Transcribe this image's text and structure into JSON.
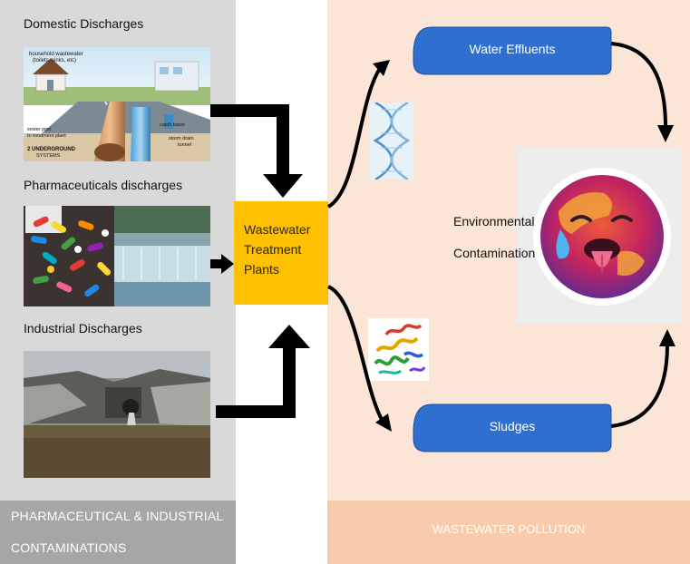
{
  "left_panel": {
    "domestic": {
      "title": "Domestic Discharges",
      "labels": {
        "household": "household wastewater",
        "household_sub": "(toilets, sinks, etc)",
        "catch_basin": "catch basin",
        "sewer": "sewer pipe",
        "sewer_sub": "to treatment plant",
        "storm": "storm drain",
        "storm_sub": "tunnel",
        "systems_1": "2 UNDERGROUND",
        "systems_2": "SYSTEMS"
      }
    },
    "pharma": {
      "title": "Pharmaceuticals discharges"
    },
    "industrial": {
      "title": "Industrial Discharges"
    },
    "footer_line1": "PHARMACEUTICAL  & INDUSTRIAL",
    "footer_line2": "CONTAMINATIONS"
  },
  "center": {
    "line1": "Wastewater",
    "line2": "Treatment",
    "line3": "Plants"
  },
  "right_panel": {
    "water_effluents": "Water Effluents",
    "sludges": "Sludges",
    "env_line1": "Environmental",
    "env_line2": "Contamination",
    "footer": "WASTEWATER POLLUTION"
  },
  "colors": {
    "left_bg": "#d9d9d9",
    "left_footer": "#a6a6a6",
    "right_bg": "#fbe5d6",
    "right_footer": "#f8cbad",
    "wtp": "#ffc000",
    "pill": "#2f6fd0",
    "arrow": "#000000"
  },
  "icons": [
    "house-icon",
    "pills-icon",
    "factory-outfall-icon",
    "dna-icon",
    "protein-icon",
    "hot-earth-emoji-icon"
  ]
}
